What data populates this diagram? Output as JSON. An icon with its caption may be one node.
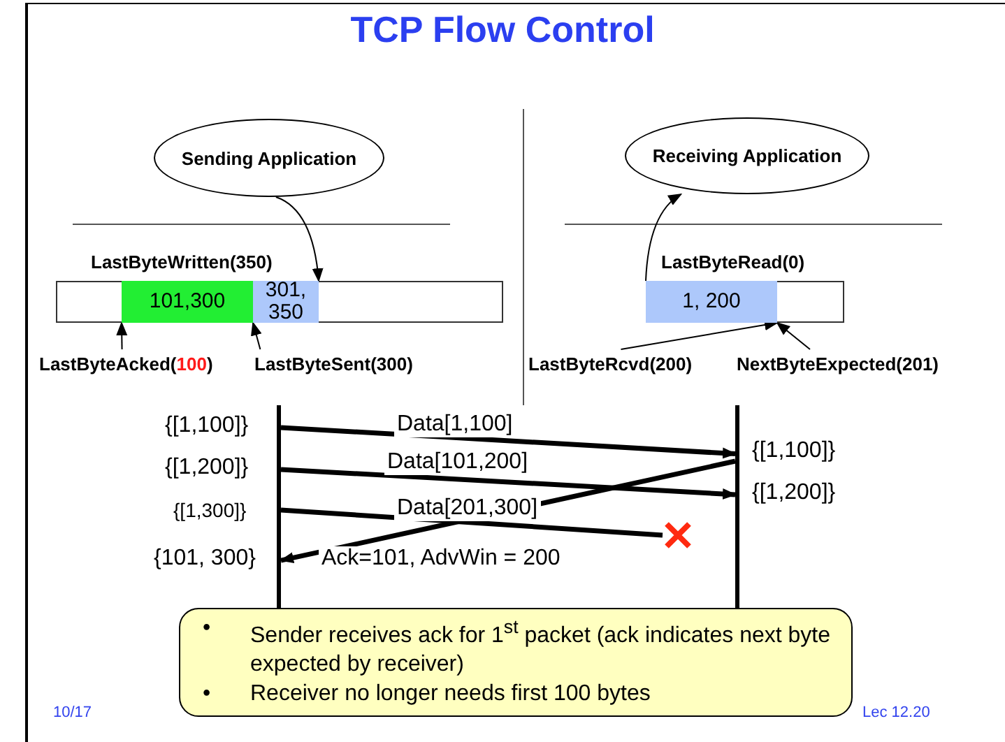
{
  "diagram": {
    "title": "TCP Flow Control",
    "nodes": [
      {
        "text": [
          "Sending Application"
        ]
      },
      {
        "text": [
          "Receiving Application"
        ]
      },
      {
        "text": [],
        "shape": "bar"
      },
      {
        "text": [
          "101,300"
        ],
        "in": 2
      },
      {
        "text": [
          "301, 350"
        ],
        "in": 2
      },
      {
        "text": [],
        "shape": "bar"
      },
      {
        "text": [
          "1, 200"
        ],
        "in": 5
      },
      {
        "text": [
          "LastByteAcked(**100**)"
        ]
      },
      {
        "text": [
          "LastByteSent(300)"
        ]
      },
      {
        "text": [
          "LastByteRcvd(200)"
        ]
      },
      {
        "text": [
          "NextByteExpected(201)"
        ]
      },
      {
        "text": [],
        "shape": "bar"
      },
      {
        "text": [],
        "shape": "bar"
      },
      {
        "text": [],
        "shape": "cross"
      },
      {
        "text": [
          "•",
          "Sender receives ack for 1$^{st}$ packet (ack indicates next byte expected by receiver)",
          "•",
          "Receiver no longer needs first 100 bytes"
        ]
      }
    ],
    "edges": [
      {
        "from": 0,
        "to": 4,
        "arrow": "to"
      },
      {
        "from": 6,
        "to": 1,
        "arrow": "to"
      },
      {
        "from": 7,
        "to": 3,
        "arrow": "to"
      },
      {
        "from": 8,
        "to": 4,
        "arrow": "to"
      },
      {
        "from": 9,
        "to": 6,
        "arrow": "to"
      },
      {
        "from": 10,
        "to": 6,
        "arrow": "to"
      },
      {
        "from": 11,
        "to": 12,
        "arrow": "to",
        "label": "Data[1,100]",
        "style": "thick"
      },
      {
        "from": 11,
        "to": 12,
        "arrow": "to",
        "label": "Data[101,200]",
        "style": "thick"
      },
      {
        "from": 11,
        "to": 13,
        "arrow": "none",
        "label": "Data[201,300]",
        "style": "thick"
      },
      {
        "from": 12,
        "to": 11,
        "arrow": "to",
        "label": "Ack=101, AdvWin = 200",
        "style": "thick"
      }
    ],
    "labels": [
      "LastByteWritten(350)",
      "LastByteRead(0)",
      "{[1,100]}",
      "{[1,200]}",
      "{[1,300]}",
      "{101, 300}",
      "{[1,100]}",
      "{[1,200]}",
      "10/17",
      "Lec 12.20"
    ]
  }
}
